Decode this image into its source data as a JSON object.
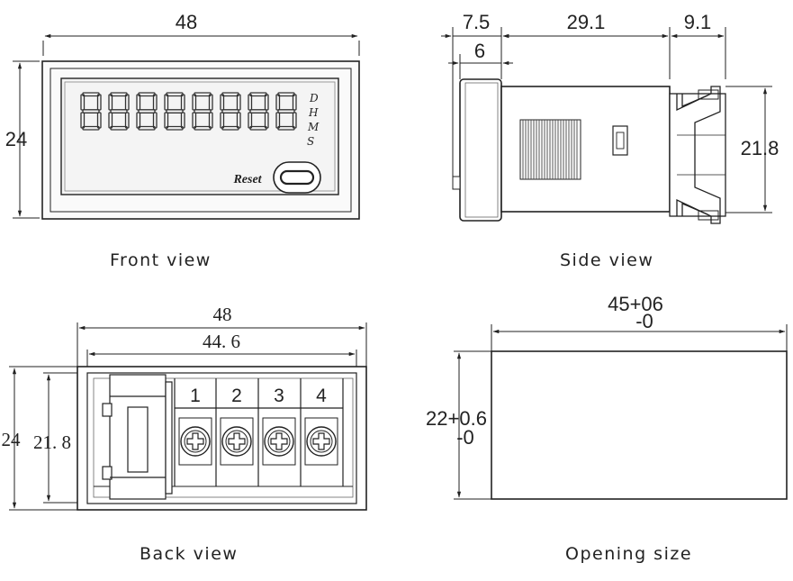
{
  "front_view": {
    "caption": "Front view",
    "width": "48",
    "height": "24",
    "reset_label": "Reset",
    "units": [
      "D",
      "H",
      "M",
      "S"
    ],
    "digit_count": 8
  },
  "side_view": {
    "caption": "Side view",
    "dim_front": "7.5",
    "dim_body": "29.1",
    "dim_rear": "9.1",
    "dim_bezel": "6",
    "dim_height": "21.8"
  },
  "back_view": {
    "caption": "Back view",
    "width_outer": "48",
    "width_inner": "44. 6",
    "height_outer": "24",
    "height_inner": "21. 8",
    "terminals": [
      "1",
      "2",
      "3",
      "4"
    ]
  },
  "opening_size": {
    "caption": "Opening size",
    "width_nominal": "45+06",
    "width_lower": "-0",
    "height_nominal": "22+0.6",
    "height_lower": "-0"
  },
  "colors": {
    "line": "#222222",
    "panel_gray": "#f4f4f4"
  }
}
